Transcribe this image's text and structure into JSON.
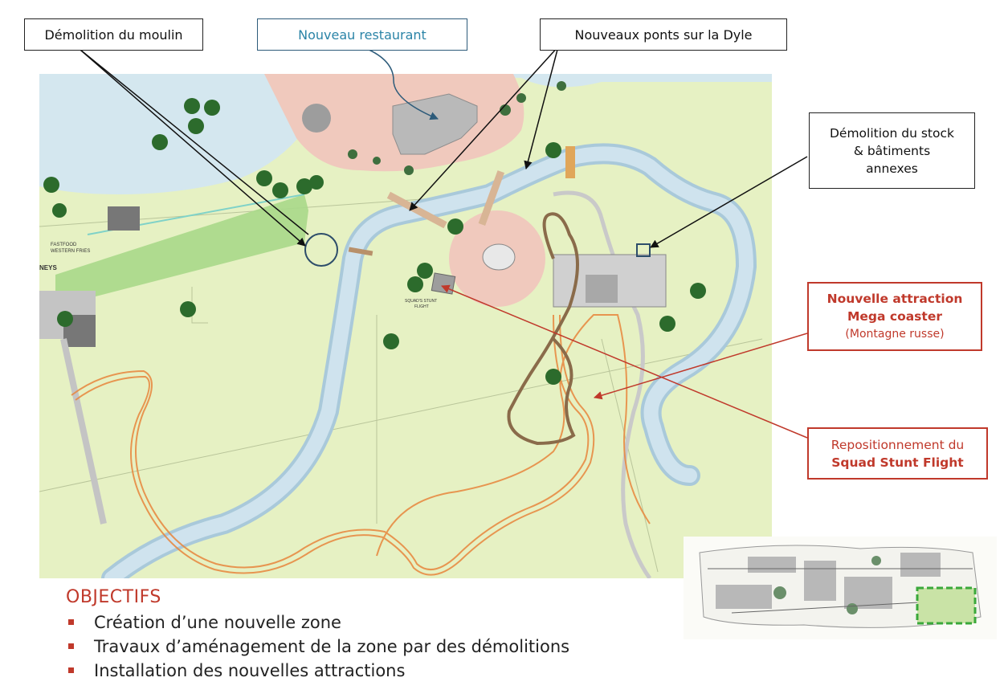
{
  "callouts": {
    "moulin": "Démolition du moulin",
    "restaurant": "Nouveau restaurant",
    "ponts": "Nouveaux ponts sur la Dyle",
    "stock": [
      "Démolition du stock",
      "& bâtiments",
      "annexes"
    ],
    "coaster": {
      "line1": "Nouvelle attraction",
      "line2": "Mega coaster",
      "line3": "(Montagne russe)"
    },
    "squad": {
      "line1": "Repositionnement du",
      "line2": "Squad Stunt Flight"
    }
  },
  "map_labels": {
    "fastfood": "FASTFOOD",
    "western": "WESTERN FRIES",
    "neys": "NEYS",
    "squad_small": "SQUAD'S STUNT",
    "flight_small": "FLIGHT"
  },
  "objectifs": {
    "title": "OBJECTIFS",
    "items": [
      "Création d’une nouvelle zone",
      "Travaux d’aménagement de la zone par des démolitions",
      "Installation des nouvelles attractions"
    ]
  },
  "colors": {
    "grass": "#e6f1c3",
    "river": "#cfe3ee",
    "plaza": "#f0c9bd",
    "track": "#e8863c",
    "accent_red": "#c0392b",
    "accent_blue": "#2b84a7",
    "highlight_green": "#3aa83a"
  }
}
